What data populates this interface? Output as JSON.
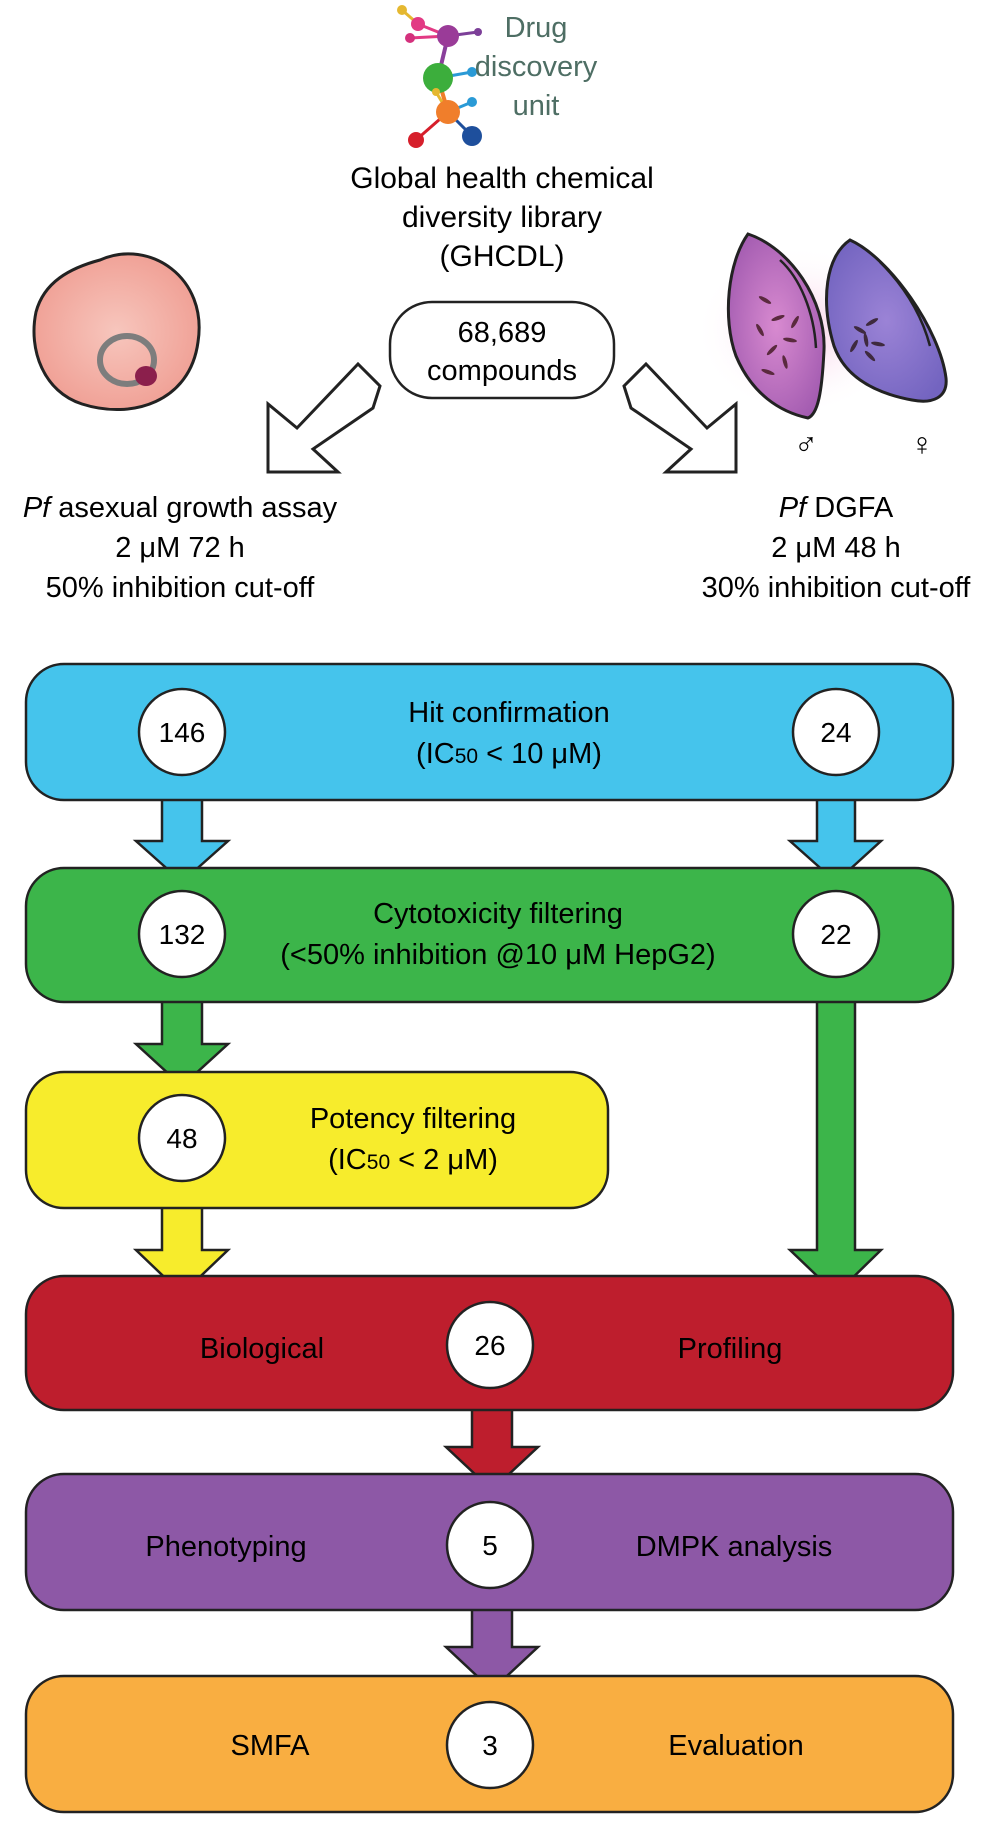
{
  "logo": {
    "text_lines": [
      "Drug",
      "discovery",
      "unit"
    ],
    "text_color": "#4e6e64"
  },
  "library": {
    "name_lines": [
      "Global health chemical",
      "diversity library",
      "(GHCDL)"
    ],
    "compound_count": "68,689",
    "compound_unit": "compounds"
  },
  "icons": {
    "left": "red-blood-cell-ring-stage-parasite",
    "right": "male-female-gametocytes"
  },
  "gender_symbols": {
    "male": "♂",
    "female": "♀"
  },
  "left_assay": {
    "title_italic": "Pf",
    "title_rest": " asexual growth assay",
    "conditions": "2 μM 72 h",
    "cutoff": "50% inhibition cut-off"
  },
  "right_assay": {
    "title_italic": "Pf",
    "title_rest": " DGFA",
    "conditions": "2 μM 48 h",
    "cutoff": "30% inhibition cut-off"
  },
  "colors": {
    "hit": "#45c4ec",
    "cyto": "#3cb54a",
    "potency": "#f7ec2c",
    "bio": "#be1e2d",
    "pheno": "#8d58a6",
    "smfa": "#f9ae41",
    "stroke": "#222222"
  },
  "stages": {
    "hit": {
      "line1": "Hit confirmation",
      "line2_pre": "(IC",
      "line2_sub": "50",
      "line2_post": " < 10 μM)",
      "left_count": "146",
      "right_count": "24"
    },
    "cyto": {
      "line1": "Cytotoxicity filtering",
      "line2": "(<50% inhibition @10 μM HepG2)",
      "left_count": "132",
      "right_count": "22"
    },
    "potency": {
      "line1": "Potency filtering",
      "line2_pre": "(IC",
      "line2_sub": "50",
      "line2_post": " < 2 μM)",
      "count": "48"
    },
    "bio": {
      "left_label": "Biological",
      "right_label": "Profiling",
      "count": "26"
    },
    "pheno": {
      "left_label": "Phenotyping",
      "right_label": "DMPK analysis",
      "count": "5"
    },
    "smfa": {
      "left_label": "SMFA",
      "right_label": "Evaluation",
      "count": "3"
    }
  }
}
